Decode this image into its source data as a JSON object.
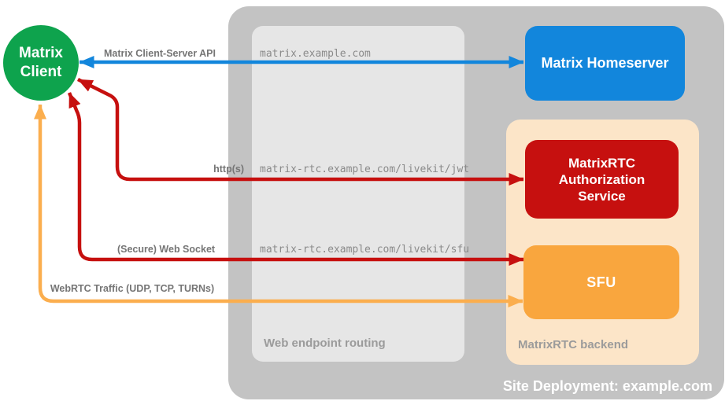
{
  "diagram": {
    "title": "Site Deployment: example.com"
  },
  "colors": {
    "site_container_gray": "#C3C3C3",
    "routing_box_gray": "#E6E6E6",
    "backend_peach": "#FCE5C8",
    "client_green": "#0EA34D",
    "homeserver_blue": "#1286DC",
    "auth_red": "#C6100F",
    "sfu_orange": "#F9A63E",
    "webrtc_arrow_orange": "#FBAE4E",
    "connection_label_gray": "#757575",
    "url_gray": "#8A8A8A",
    "caption_gray": "#9B9B9B"
  },
  "containers": {
    "site_deployment": {
      "label": "Site Deployment: example.com"
    },
    "web_endpoint_routing": {
      "label": "Web endpoint routing"
    },
    "matrixrtc_backend": {
      "label": "MatrixRTC backend"
    }
  },
  "nodes": {
    "matrix_client": {
      "line1": "Matrix",
      "line2": "Client"
    },
    "matrix_homeserver": {
      "label": "Matrix Homeserver"
    },
    "matrixrtc_authorization_service": {
      "line1": "MatrixRTC",
      "line2": "Authorization",
      "line3": "Service"
    },
    "sfu": {
      "label": "SFU"
    }
  },
  "routes": {
    "homeserver": "matrix.example.com",
    "jwt": "matrix-rtc.example.com/livekit/jwt",
    "sfu": "matrix-rtc.example.com/livekit/sfu"
  },
  "connections": {
    "client_server_api": {
      "label": "Matrix Client-Server API",
      "color": "#1286DC"
    },
    "http": {
      "label": "http(s)",
      "color": "#C6100F"
    },
    "websocket": {
      "label": "(Secure) Web Socket",
      "color": "#C6100F"
    },
    "webrtc": {
      "label": "WebRTC Traffic (UDP, TCP, TURNs)",
      "color": "#FBAE4E"
    }
  }
}
